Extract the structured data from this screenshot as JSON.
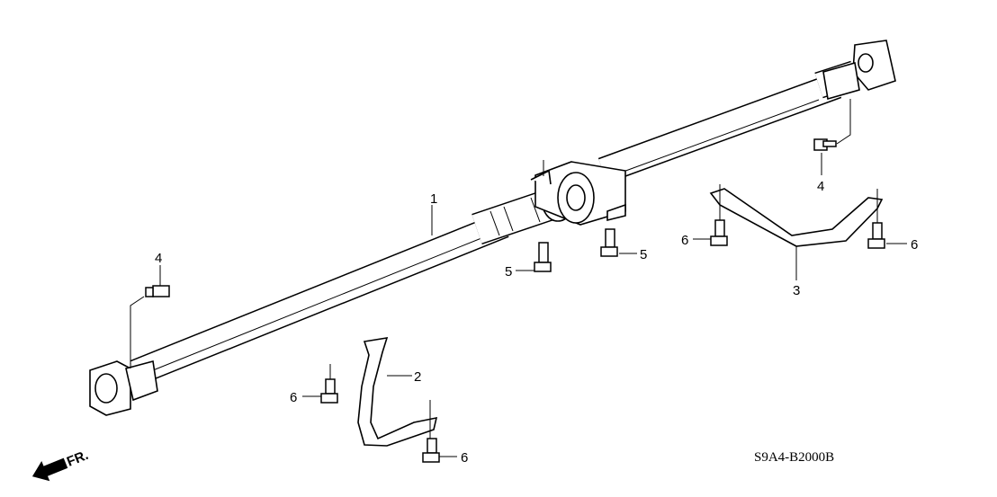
{
  "diagram": {
    "parts": [
      {
        "ref": "1",
        "name": "propeller-shaft"
      },
      {
        "ref": "2",
        "name": "front-stay"
      },
      {
        "ref": "3",
        "name": "rear-stay"
      },
      {
        "ref": "4",
        "name": "grease-fitting"
      },
      {
        "ref": "5",
        "name": "center-bearing-bolt"
      },
      {
        "ref": "6",
        "name": "stay-bolt"
      }
    ],
    "callouts": {
      "c1": "1",
      "c2": "2",
      "c3": "3",
      "c4a": "4",
      "c4b": "4",
      "c5a": "5",
      "c5b": "5",
      "c6a": "6",
      "c6b": "6",
      "c6c": "6",
      "c6d": "6"
    },
    "direction_label": "FR.",
    "diagram_code": "S9A4-B2000B"
  }
}
